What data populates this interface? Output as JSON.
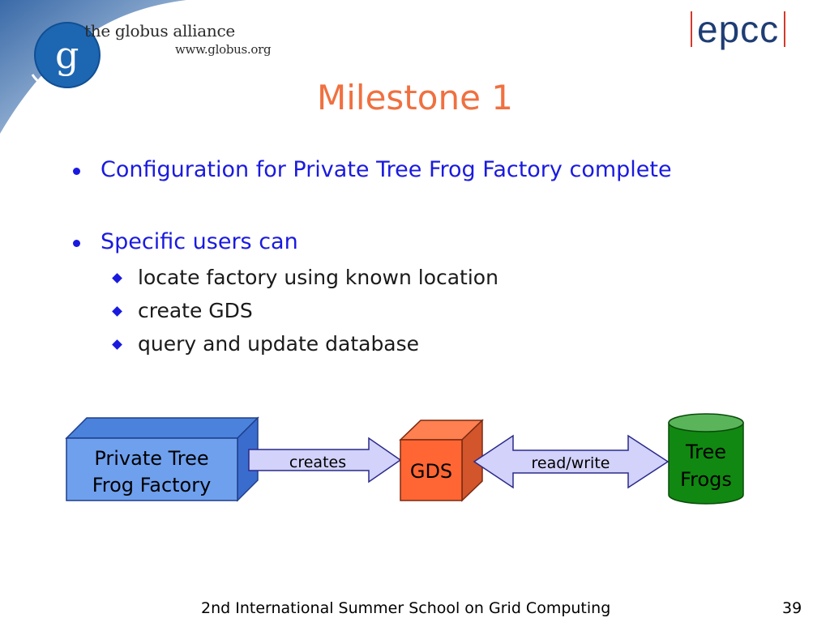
{
  "header": {
    "brand_name": "the globus alliance",
    "brand_url": "www.globus.org",
    "logo_letter": "g",
    "epcc_logo": "epcc"
  },
  "slide": {
    "title": "Milestone 1",
    "bullets": [
      {
        "text": "Configuration for Private Tree Frog Factory complete"
      },
      {
        "text": "Specific users can",
        "sub": [
          "locate factory using known location",
          "create GDS",
          "query and update database"
        ]
      }
    ]
  },
  "diagram": {
    "factory_line1": "Private Tree",
    "factory_line2": "Frog Factory",
    "creates_label": "creates",
    "gds_label": "GDS",
    "readwrite_label": "read/write",
    "db_line1": "Tree",
    "db_line2": "Frogs"
  },
  "footer": {
    "text": "2nd International Summer School on Grid Computing",
    "page_number": "39"
  },
  "colors": {
    "title": "#f07040",
    "bullet": "#1a1adf",
    "factory_front": "#6fa0ee",
    "factory_top": "#4a82dc",
    "factory_side": "#3a6ccd",
    "arrow_fill": "#d2d2fa",
    "gds_front": "#ff6633",
    "gds_side": "#d2552c",
    "db_body": "#118811",
    "db_top": "#5ab55a",
    "epcc": "#1f3d74",
    "epcc_bar": "#d23a2c"
  }
}
